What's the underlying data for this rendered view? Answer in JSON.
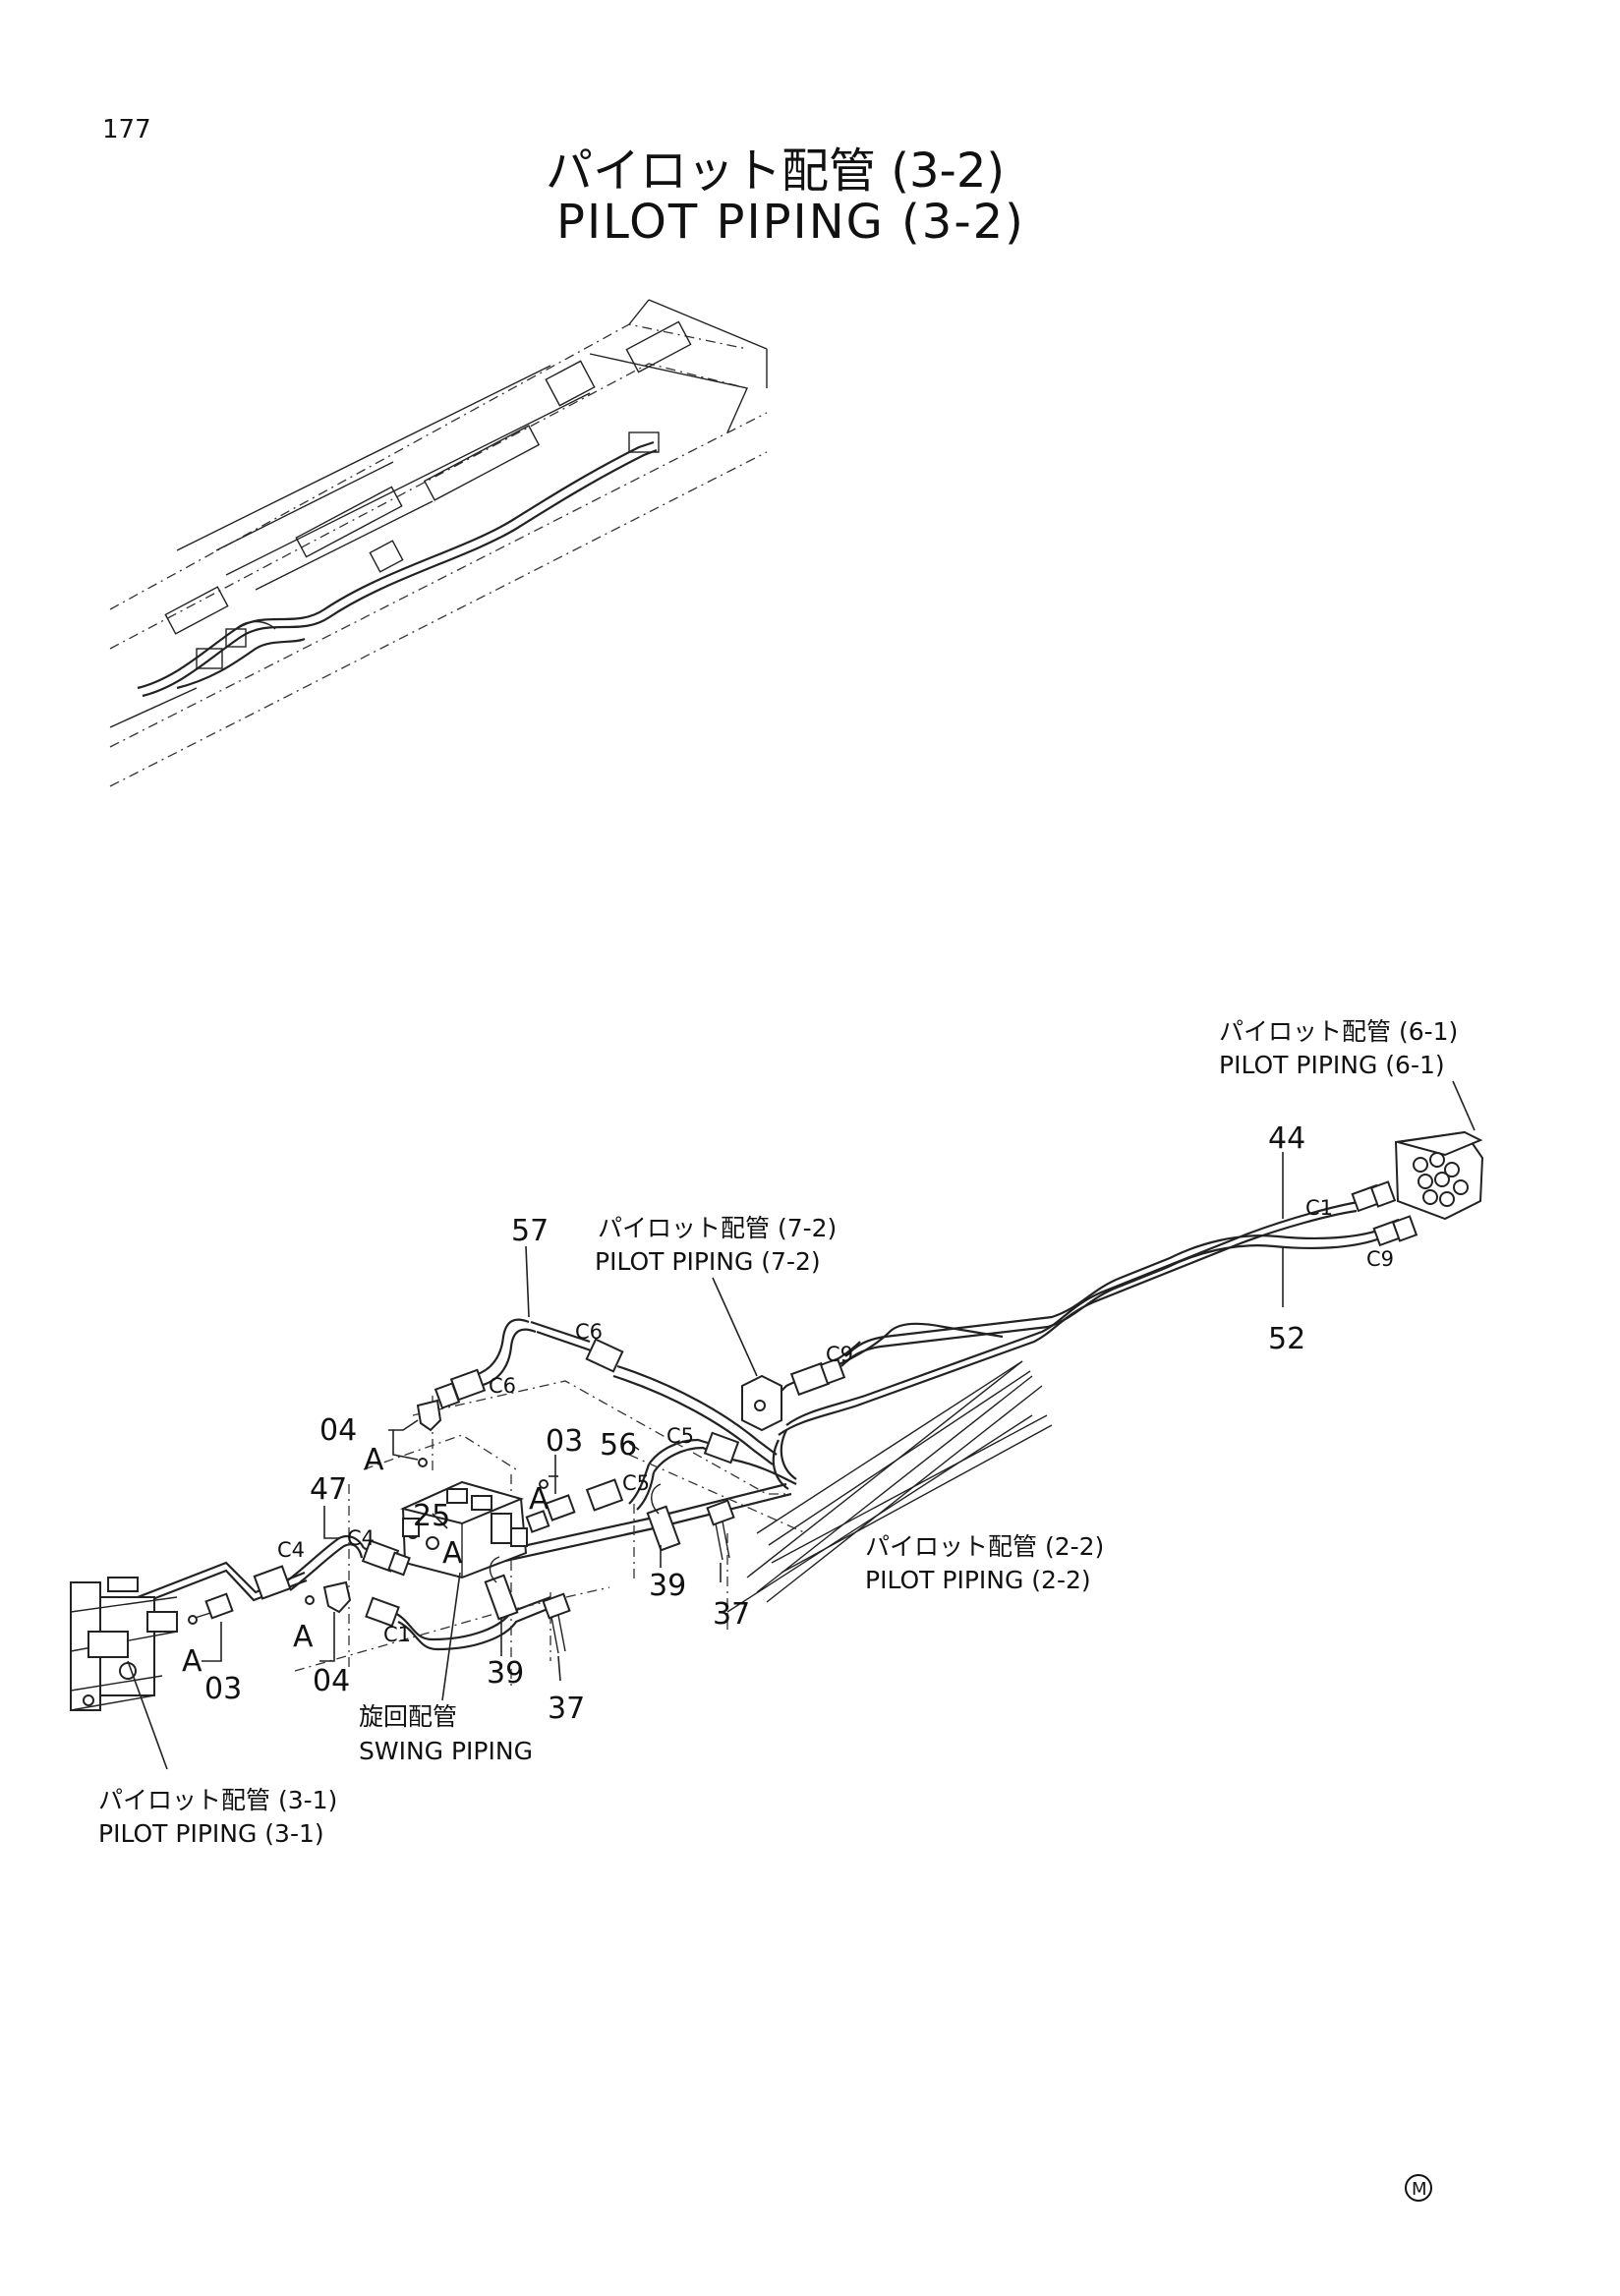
{
  "page_number": "177",
  "title": {
    "jp": "パイロット配管 (3-2)",
    "en": "PILOT PIPING (3-2)"
  },
  "references": {
    "p61": {
      "jp": "パイロット配管 (6-1)",
      "en": "PILOT PIPING (6-1)"
    },
    "p72": {
      "jp": "パイロット配管 (7-2)",
      "en": "PILOT PIPING (7-2)"
    },
    "p22": {
      "jp": "パイロット配管 (2-2)",
      "en": "PILOT PIPING (2-2)"
    },
    "p31": {
      "jp": "パイロット配管 (3-1)",
      "en": "PILOT PIPING (3-1)"
    },
    "swing": {
      "jp": "旋回配管",
      "en": "SWING PIPING"
    }
  },
  "parts": {
    "p44": "44",
    "p52": "52",
    "p57": "57",
    "p56": "56",
    "p03a": "03",
    "p03b": "03",
    "p04a": "04",
    "p04b": "04",
    "p47": "47",
    "p25": "25",
    "p39a": "39",
    "p39b": "39",
    "p37a": "37",
    "p37b": "37"
  },
  "connectors": {
    "c1a": "C1",
    "c9a": "C9",
    "c9b": "C9",
    "c6a": "C6",
    "c6b": "C6",
    "c5a": "C5",
    "c5b": "C5",
    "c4a": "C4",
    "c4b": "C4",
    "c1b": "C1"
  },
  "detail_marks": {
    "a1": "A",
    "a2": "A",
    "a3": "A",
    "a4": "A",
    "a5": "A"
  },
  "mark": "M"
}
